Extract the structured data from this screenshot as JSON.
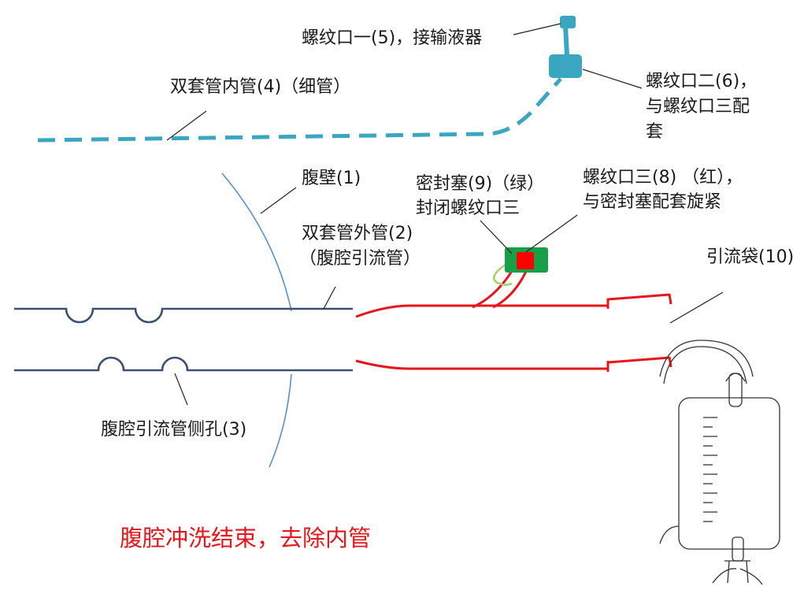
{
  "labels": {
    "port_one": "螺纹口一(5)，接输液器",
    "inner_tube": "双套管内管(4)（细管）",
    "port_two_l1": "螺纹口二(6)，",
    "port_two_l2": "与螺纹口三配",
    "port_two_l3": "套",
    "abdominal_wall": "腹壁(1)",
    "seal_plug_l1": "密封塞(9)（绿）",
    "seal_plug_l2": "封闭螺纹口三",
    "port_three_l1": "螺纹口三(8) （红），",
    "port_three_l2": "与密封塞配套旋紧",
    "outer_tube_l1": "双套管外管(2)",
    "outer_tube_l2": "（腹腔引流管）",
    "drain_bag": "引流袋(10)",
    "side_holes": "腹腔引流管侧孔(3)",
    "caption": "腹腔冲洗结束，去除内管"
  },
  "colors": {
    "tube_blue": "#3a5070",
    "inner_teal": "#3aa6c1",
    "red": "#e8161b",
    "seal_green": "#18a048",
    "wall_blue": "#5b8fc9",
    "light_green": "#a3d06a",
    "bag_gray": "#333333"
  },
  "icons": {
    "drain_bag": "drainage-bag-icon",
    "seal_plug": "seal-plug-icon",
    "port": "threaded-port-icon"
  }
}
